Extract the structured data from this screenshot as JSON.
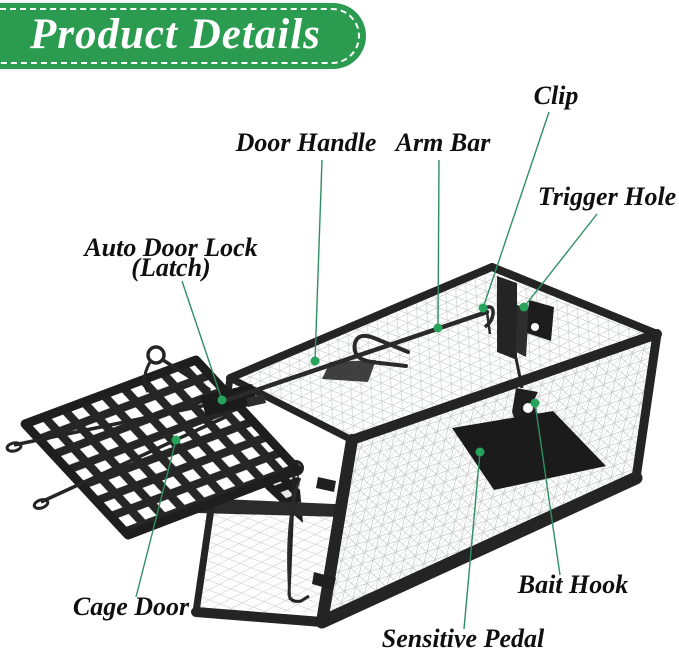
{
  "banner": {
    "title": "Product Details"
  },
  "colors": {
    "background": "#ffffff",
    "banner_bg": "#2b9b4f",
    "banner_text": "#ffffff",
    "banner_dash_border": "#ffffff",
    "label_text": "#0f0f0f",
    "leader_line": "#2f8f63",
    "marker_dot": "#27a35c",
    "cage_frame": "#242424",
    "mesh_line": "#a9afad"
  },
  "diagram": {
    "subject": "Humane rodent cage trap with open cage door — labeled parts",
    "parts": [
      {
        "id": "clip",
        "label": "Clip"
      },
      {
        "id": "door-handle",
        "label": "Door Handle"
      },
      {
        "id": "arm-bar",
        "label": "Arm Bar"
      },
      {
        "id": "trigger-hole",
        "label": "Trigger Hole"
      },
      {
        "id": "auto-door-lock",
        "label": "Auto Door Lock",
        "label2": "(Latch)"
      },
      {
        "id": "cage-door",
        "label": "Cage Door"
      },
      {
        "id": "bait-hook",
        "label": "Bait Hook"
      },
      {
        "id": "sensitive-pedal",
        "label": "Sensitive Pedal"
      }
    ]
  }
}
